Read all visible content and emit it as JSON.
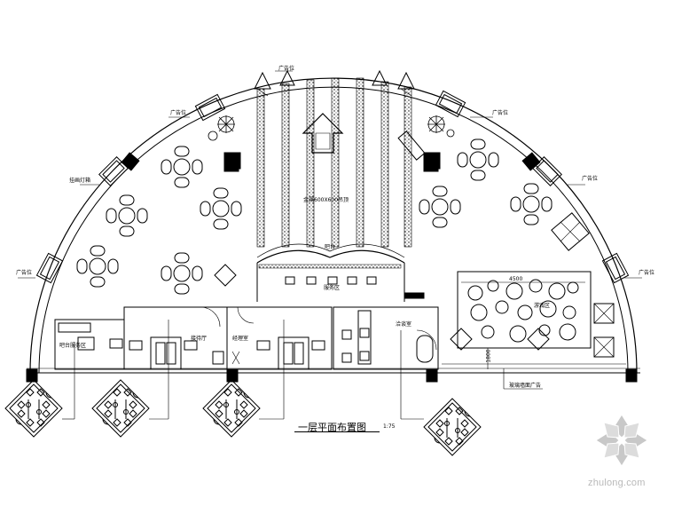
{
  "drawing": {
    "title": "一层平面布置图",
    "scale": "1:75"
  },
  "labels": {
    "ad_top": "广告位",
    "ad_left_upper": "广告位",
    "ad_right_upper": "广告位",
    "ad_right_mid": "广告位",
    "ad_left_lower": "广告位",
    "ad_right_lower": "广告位",
    "light_box": "挂画灯箱",
    "ceiling_note": "金属600X600吊顶",
    "bar_counter": "吧台",
    "service_area": "服务区",
    "reception": "接待厅",
    "meeting": "洽谈室",
    "office_left": "吧台服务区",
    "manager": "经理室",
    "kids_area": "游戏区",
    "dim_4500": "4500",
    "dim_1800": "1800",
    "glass_ad": "玻璃墙面广告"
  },
  "watermark": {
    "text": "zhulong.com"
  }
}
